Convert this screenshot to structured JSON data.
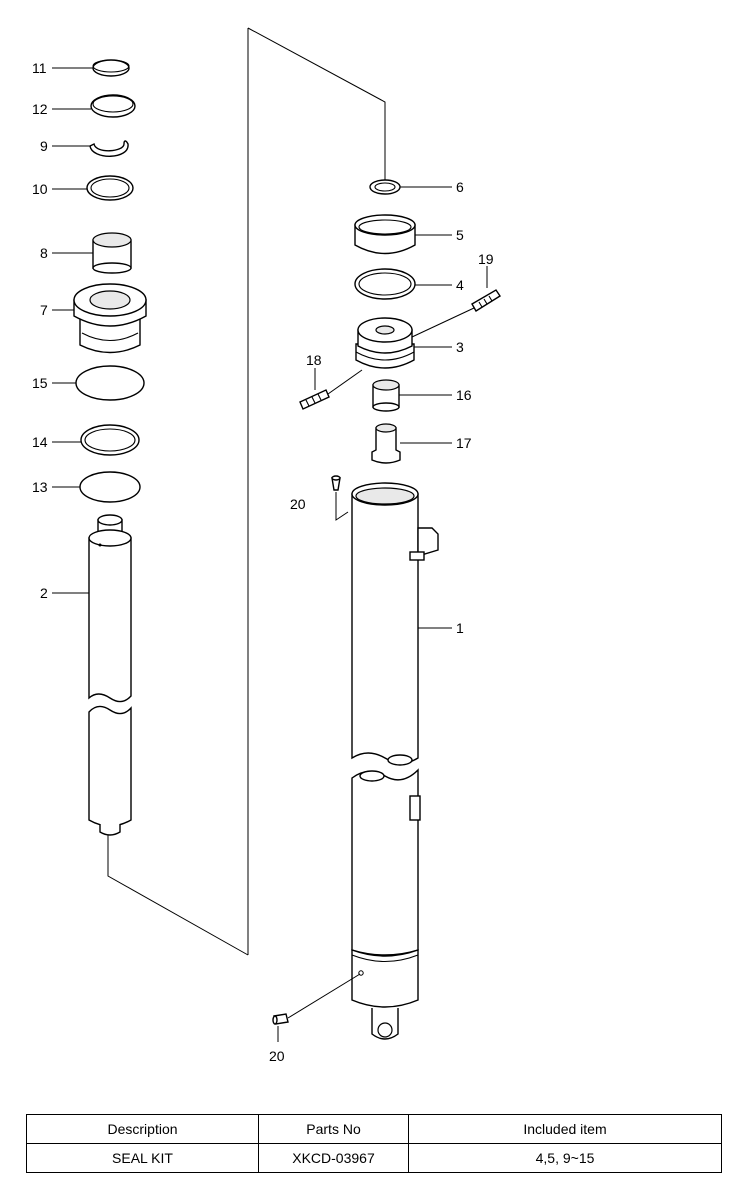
{
  "callouts": {
    "c11": "11",
    "c12": "12",
    "c9": "9",
    "c10": "10",
    "c8": "8",
    "c7": "7",
    "c15": "15",
    "c14": "14",
    "c13": "13",
    "c2": "2",
    "c6": "6",
    "c5": "5",
    "c4": "4",
    "c19": "19",
    "c3": "3",
    "c18": "18",
    "c16": "16",
    "c17": "17",
    "c20a": "20",
    "c1": "1",
    "c20b": "20"
  },
  "table": {
    "headers": [
      "Description",
      "Parts No",
      "Included item"
    ],
    "rows": [
      [
        "SEAL KIT",
        "XKCD-03967",
        "4,5, 9~15"
      ]
    ]
  }
}
